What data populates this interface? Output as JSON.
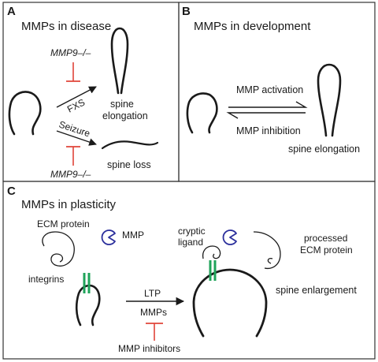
{
  "colors": {
    "stroke": "#1a1a1a",
    "inhibit_red": "#e0443a",
    "integrin_green": "#1fa35a",
    "mmp_blue": "#2b2f9c",
    "frame": "#333333"
  },
  "panel_a": {
    "letter": "A",
    "title": "MMPs in disease",
    "mmp9_top": "MMP9–/–",
    "fxs": "FXS",
    "spine_elongation_l1": "spine",
    "spine_elongation_l2": "elongation",
    "seizure": "Seizure",
    "spine_loss": "spine loss",
    "mmp9_bottom": "MMP9–/–"
  },
  "panel_b": {
    "letter": "B",
    "title": "MMPs in development",
    "mmp_activation": "MMP activation",
    "mmp_inhibition": "MMP inhibition",
    "spine_elongation": "spine elongation"
  },
  "panel_c": {
    "letter": "C",
    "title": "MMPs in plasticity",
    "ecm_protein": "ECM protein",
    "mmp": "MMP",
    "integrins": "integrins",
    "cryptic_l1": "cryptic",
    "cryptic_l2": "ligand",
    "processed_l1": "processed",
    "processed_l2": "ECM protein",
    "ltp": "LTP",
    "mmps": "MMPs",
    "mmp_inhibitors": "MMP inhibitors",
    "spine_enlargement": "spine enlargement"
  }
}
